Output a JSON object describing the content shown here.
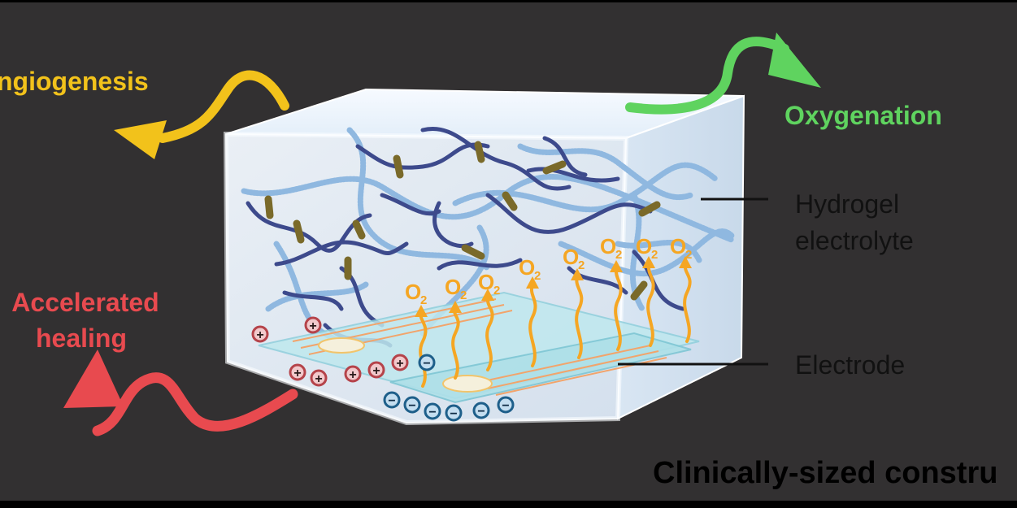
{
  "labels": {
    "angiogenesis": "ngiogenesis",
    "oxygenation": "Oxygenation",
    "accelerated_line1": "Accelerated",
    "accelerated_line2": "healing",
    "hydrogel_line1": "Hydrogel",
    "hydrogel_line2": "electrolyte",
    "electrode": "Electrode",
    "footer": "Clinically-sized constru",
    "oxygen_symbol": "O",
    "oxygen_subscript": "2",
    "positive_sign": "+",
    "negative_sign": "−"
  },
  "colors": {
    "background": "#323031",
    "angiogenesis": "#f2c21b",
    "oxygenation": "#5fd35f",
    "healing": "#e84a4f",
    "oxygen": "#f5a623",
    "fiber_dark": "#3d4a8c",
    "fiber_light": "#8fb8e0",
    "crosslinker": "#7a6a2a",
    "hydrogel": "#e6f0fa",
    "electrode": "#5fc9d4",
    "positive_ion": "#b5434a",
    "negative_ion": "#1e5f8a"
  },
  "icons": [
    "curved-arrow-icon",
    "oxygen-molecule-icon",
    "positive-ion-icon",
    "negative-ion-icon"
  ]
}
